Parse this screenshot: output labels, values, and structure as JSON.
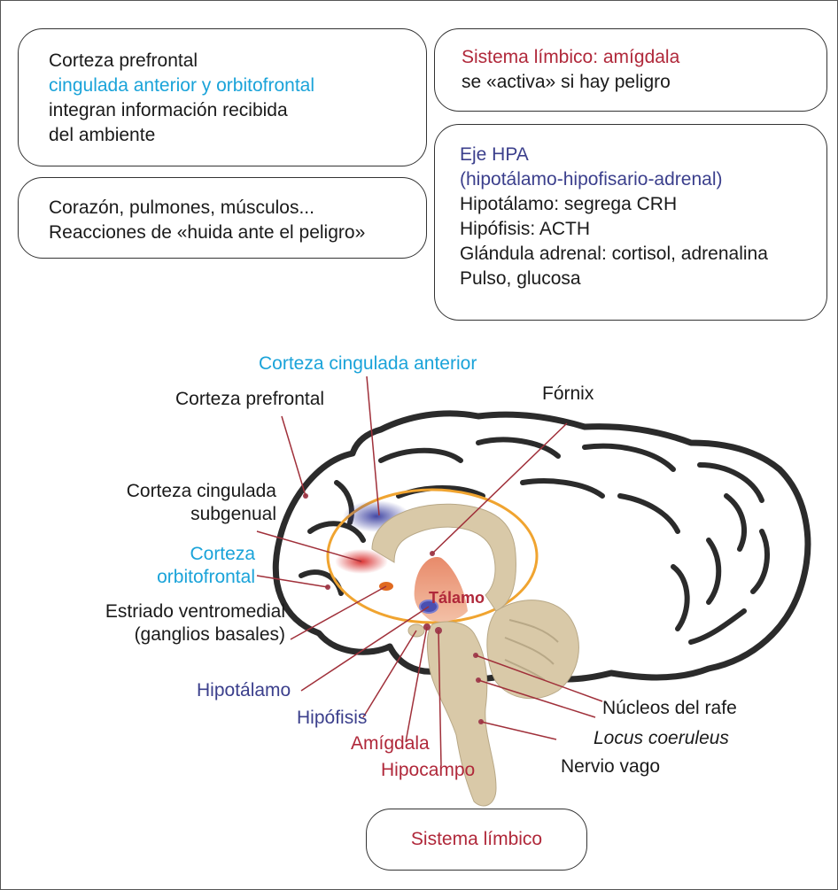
{
  "boxes": {
    "prefrontal": {
      "lines": [
        "Corteza prefrontal",
        "cingulada anterior y orbitofrontal",
        "integran información recibida",
        "del ambiente"
      ],
      "colors": [
        "#1a1a1a",
        "#1aa3d9",
        "#1a1a1a",
        "#1a1a1a"
      ]
    },
    "body": {
      "lines": [
        "Corazón, pulmones, músculos...",
        "Reacciones de «huida ante el peligro»"
      ]
    },
    "limbic": {
      "lines": [
        "Sistema límbico: amígdala",
        "se «activa» si hay peligro"
      ],
      "colors": [
        "#b0283a",
        "#1a1a1a"
      ]
    },
    "hpa": {
      "lines": [
        "Eje HPA",
        "(hipotálamo-hipofisario-adrenal)",
        "Hipotálamo: segrega CRH",
        "Hipófisis: ACTH",
        "Glándula adrenal: cortisol, adrenalina",
        "Pulso, glucosa"
      ],
      "colors": [
        "#3b3f8c",
        "#3b3f8c",
        "#1a1a1a",
        "#1a1a1a",
        "#1a1a1a",
        "#1a1a1a"
      ]
    },
    "sistema": {
      "label": "Sistema límbico",
      "color": "#b0283a"
    }
  },
  "labels": {
    "cingulada_anterior": "Corteza cingulada anterior",
    "prefrontal": "Corteza prefrontal",
    "fornix": "Fórnix",
    "subgenual_1": "Corteza cingulada",
    "subgenual_2": "subgenual",
    "orbitofrontal_1": "Corteza",
    "orbitofrontal_2": "orbitofrontal",
    "estriado_1": "Estriado ventromedial",
    "estriado_2": "(ganglios basales)",
    "talamo": "Tálamo",
    "hipotalamo": "Hipotálamo",
    "hipofisis": "Hipófisis",
    "amigdala": "Amígdala",
    "hipocampo": "Hipocampo",
    "rafe": "Núcleos del rafe",
    "coeruleus": "Locus coeruleus",
    "vago": "Nervio vago"
  },
  "colors": {
    "cyan": "#1aa3d9",
    "red": "#b0283a",
    "navy": "#3b3f8c",
    "brain_tan": "#d9c9a8",
    "limbic_ring": "#f0a430",
    "leader_line": "#a0303a"
  }
}
